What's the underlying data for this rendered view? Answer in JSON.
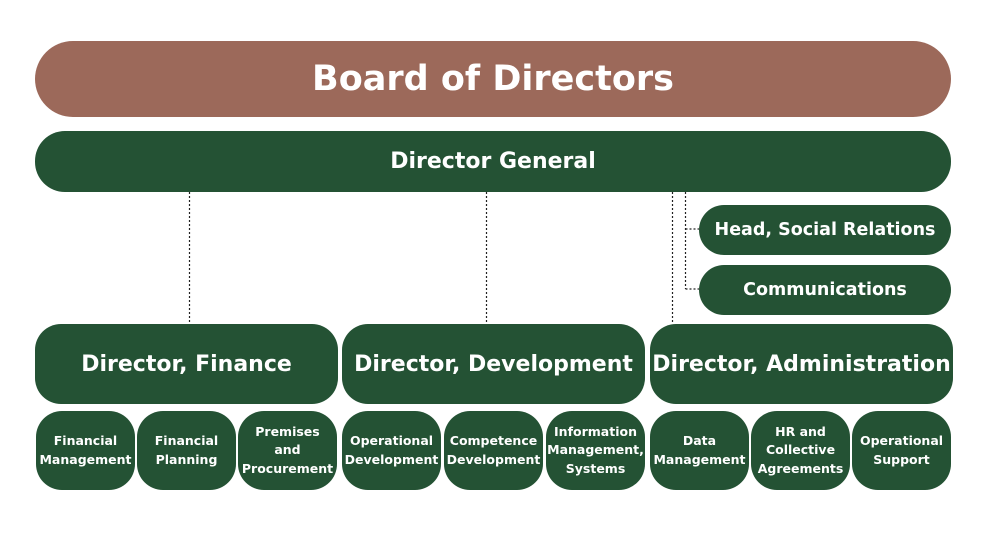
{
  "board": {
    "label": "Board of Directors"
  },
  "director_general": {
    "label": "Director General"
  },
  "staff": [
    {
      "label": "Head, Social Relations"
    },
    {
      "label": "Communications"
    }
  ],
  "directors": [
    {
      "label": "Director, Finance"
    },
    {
      "label": "Director, Development"
    },
    {
      "label": "Director, Administration"
    }
  ],
  "units": [
    {
      "line1": "Financial",
      "line2": "Management",
      "line3": ""
    },
    {
      "line1": "Financial",
      "line2": "Planning",
      "line3": ""
    },
    {
      "line1": "Premises and",
      "line2": "Procurement",
      "line3": ""
    },
    {
      "line1": "Operational",
      "line2": "Development",
      "line3": ""
    },
    {
      "line1": "Competence",
      "line2": "Development",
      "line3": ""
    },
    {
      "line1": "Information",
      "line2": "Management,",
      "line3": "Systems"
    },
    {
      "line1": "Data",
      "line2": "Management",
      "line3": ""
    },
    {
      "line1": "HR and",
      "line2": "Collective",
      "line3": "Agreements"
    },
    {
      "line1": "Operational",
      "line2": "Support",
      "line3": ""
    }
  ],
  "colors": {
    "board": "#9c695a",
    "box": "#245234",
    "text": "#ffffff",
    "connector": "#222222"
  }
}
